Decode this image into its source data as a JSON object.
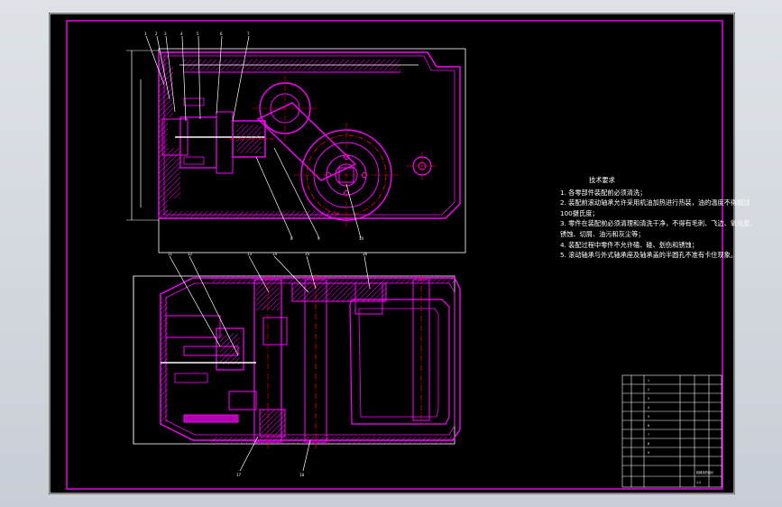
{
  "technical_requirements": {
    "title": "技术要求",
    "items": [
      "1. 各零部件装配前必须清洗；",
      "2. 装配前滚动轴承允许采用机油加热进行热装，油的温度不得超过100摄氏度；",
      "3. 零件在装配前必须清理和清洗干净，不得有毛刺、飞边、氧化皮、锈蚀、切屑、油污和灰尘等；",
      "4. 装配过程中零件不允许磕、碰、划伤和锈蚀；",
      "5. 滚动轴承与外式轴承座及轴承盖的半圆孔不准有卡住现象。"
    ]
  },
  "title_block": {
    "drawing_name": "机械手的设计",
    "scale": "1:2"
  },
  "colors": {
    "frame": "#ffffff",
    "outline": "#ff00ff",
    "hatch": "#ff00ff",
    "center": "#ff0000",
    "leader": "#ffffff",
    "part": "#00ffff"
  }
}
